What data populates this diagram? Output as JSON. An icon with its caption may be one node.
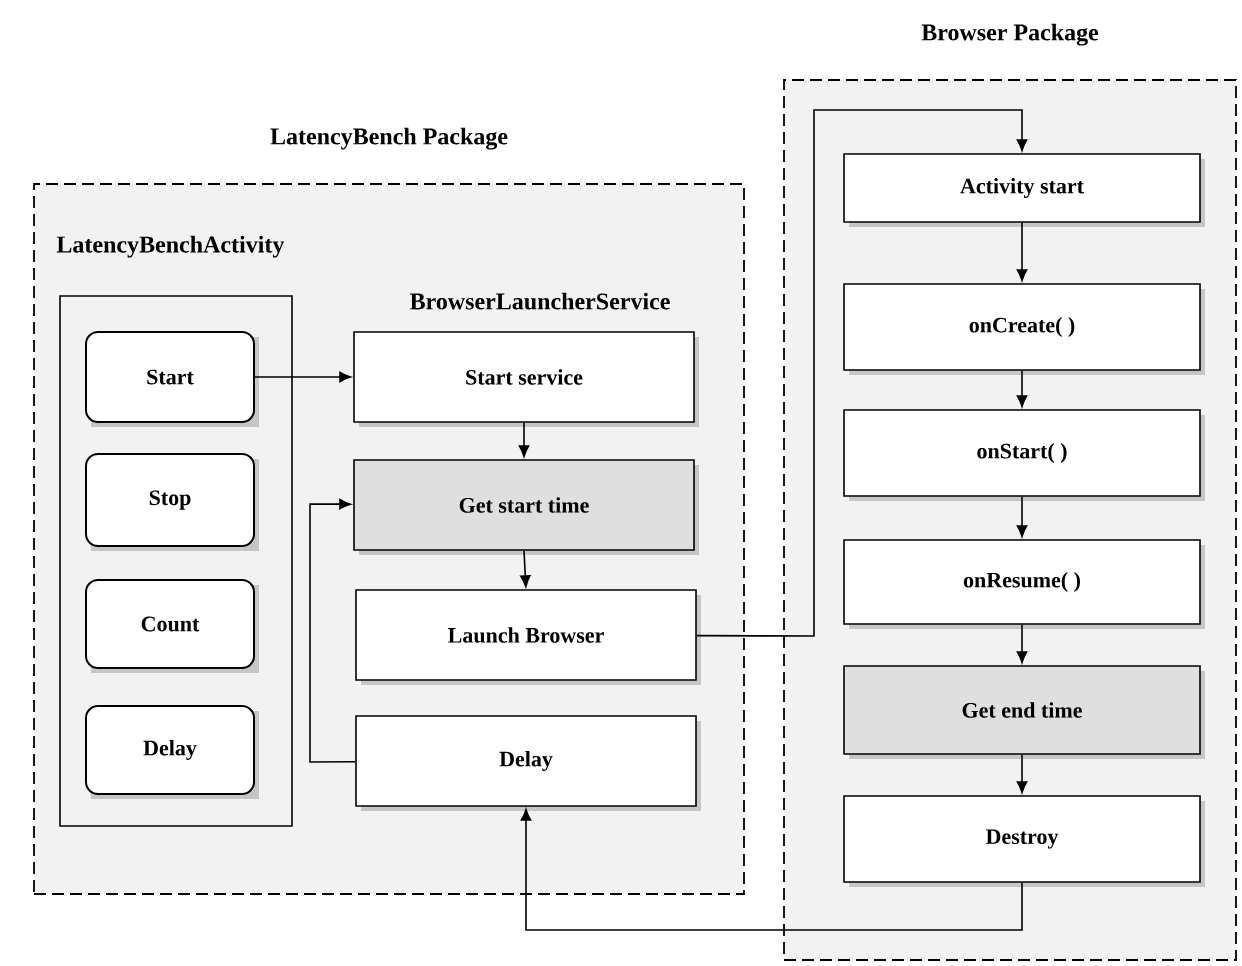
{
  "diagram": {
    "nodes": [
      {
        "text": [
          "LatencyBench Package"
        ]
      },
      {
        "text": [
          "LatencyBenchActivity"
        ],
        "in": 0
      },
      {
        "text": [
          "Start"
        ],
        "in": 1
      },
      {
        "text": [
          "Stop"
        ],
        "in": 1
      },
      {
        "text": [
          "Count"
        ],
        "in": 1
      },
      {
        "text": [
          "Delay"
        ],
        "in": 1
      },
      {
        "text": [
          "Start service"
        ],
        "in": 0
      },
      {
        "text": [
          "Get start time"
        ],
        "in": 0
      },
      {
        "text": [
          "Launch Browser"
        ],
        "in": 0
      },
      {
        "text": [
          "Delay"
        ],
        "in": 0
      },
      {
        "text": [
          "Browser Package"
        ]
      },
      {
        "text": [
          "Activity start"
        ],
        "in": 10
      },
      {
        "text": [
          "onCreate( )"
        ],
        "in": 10
      },
      {
        "text": [
          "onStart( )"
        ],
        "in": 10
      },
      {
        "text": [
          "onResume( )"
        ],
        "in": 10
      },
      {
        "text": [
          "Get end time"
        ],
        "in": 10
      },
      {
        "text": [
          "Destroy"
        ],
        "in": 10
      }
    ],
    "edges": [
      {
        "from": 2,
        "to": 6,
        "arrow": "to"
      },
      {
        "from": 6,
        "to": 7,
        "arrow": "to"
      },
      {
        "from": 7,
        "to": 8,
        "arrow": "to"
      },
      {
        "from": 9,
        "to": 7,
        "arrow": "to"
      },
      {
        "from": 8,
        "to": 11,
        "arrow": "to"
      },
      {
        "from": 11,
        "to": 12,
        "arrow": "to"
      },
      {
        "from": 12,
        "to": 13,
        "arrow": "to"
      },
      {
        "from": 13,
        "to": 14,
        "arrow": "to"
      },
      {
        "from": 14,
        "to": 15,
        "arrow": "to"
      },
      {
        "from": 15,
        "to": 16,
        "arrow": "to"
      },
      {
        "from": 16,
        "to": 9,
        "arrow": "to"
      }
    ],
    "labels": [
      "BrowserLauncherService"
    ]
  }
}
